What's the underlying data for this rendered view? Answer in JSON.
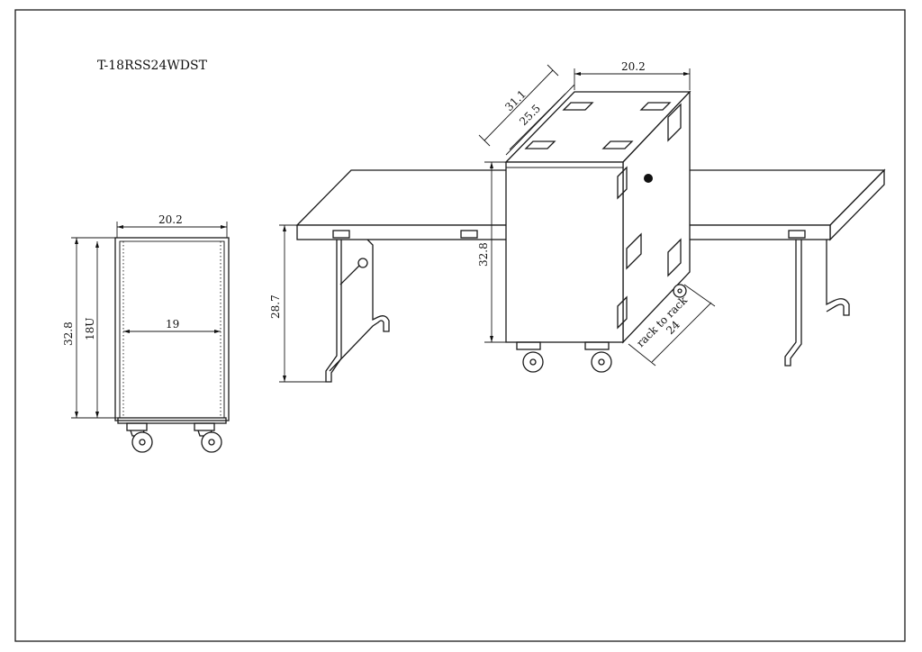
{
  "title": "T-18RSS24WDST",
  "front_view": {
    "width": "20.2",
    "height": "32.8",
    "rack_units": "18U",
    "inner_width": "19"
  },
  "iso_view": {
    "depth_outer": "31.1",
    "depth_inner": "25.5",
    "width": "20.2",
    "height": "32.8",
    "table_height": "28.7",
    "rack_to_rack_label": "rack to rack",
    "rack_to_rack": "24"
  }
}
